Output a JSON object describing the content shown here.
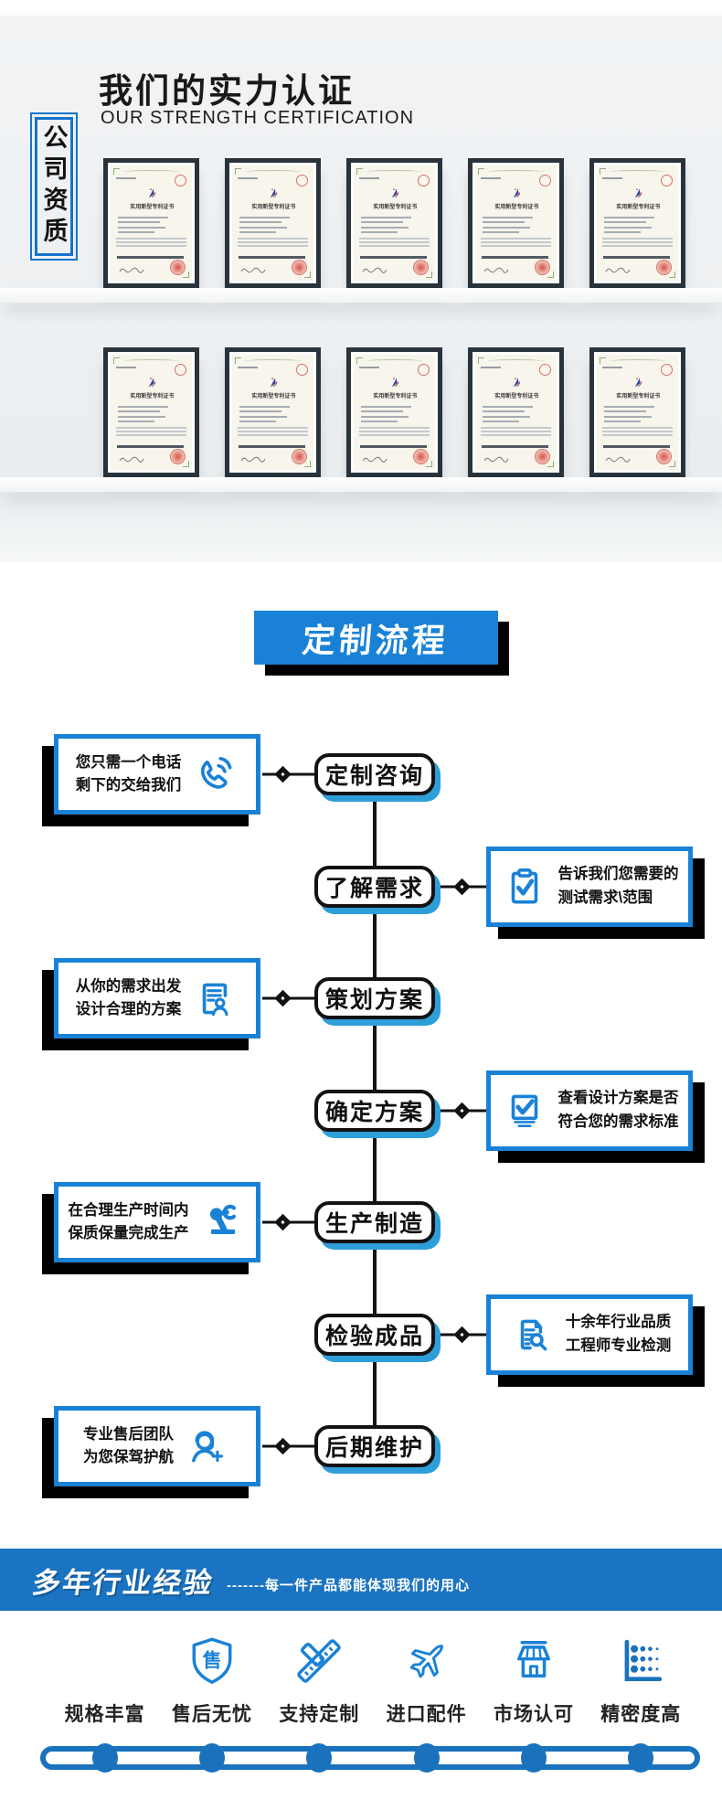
{
  "colors": {
    "accent_blue": "#1a82d6",
    "bar_blue": "#1b74c2",
    "timeline_blue": "#1a72bd",
    "node_shadow_blue": "#2e9ed9",
    "teal": "#28b6c6",
    "shadow_black": "#000000",
    "wall_gray": "#eef1f3",
    "frame_dark": "#29333b",
    "paper_cream": "#f7f5ec",
    "stamp_red": "#c43a32"
  },
  "certs_section": {
    "side_label": "公司资质",
    "title": "我们的实力认证",
    "subtitle": "OUR STRENGTH CERTIFICATION",
    "certificate_title": "实用新型专利证书",
    "shelf_rows": [
      5,
      5
    ]
  },
  "process_section": {
    "title": "定制流程",
    "steps": [
      {
        "node": "定制咨询",
        "side": "left",
        "icon": "phone-icon",
        "lines": [
          "您只需一个电话",
          "剩下的交给我们"
        ]
      },
      {
        "node": "了解需求",
        "side": "right",
        "icon": "clipboard-check-icon",
        "lines": [
          "告诉我们您需要的",
          "测试需求\\范围"
        ]
      },
      {
        "node": "策划方案",
        "side": "left",
        "icon": "document-person-icon",
        "lines": [
          "从你的需求出发",
          "设计合理的方案"
        ]
      },
      {
        "node": "确定方案",
        "side": "right",
        "icon": "checkbox-check-icon",
        "lines": [
          "查看设计方案是否",
          "符合您的需求标准"
        ]
      },
      {
        "node": "生产制造",
        "side": "left",
        "icon": "robot-arm-icon",
        "lines": [
          "在合理生产时间内",
          "保质保量完成生产"
        ]
      },
      {
        "node": "检验成品",
        "side": "right",
        "icon": "document-search-icon",
        "lines": [
          "十余年行业品质",
          "工程师专业检测"
        ]
      },
      {
        "node": "后期维护",
        "side": "left",
        "icon": "headset-person-icon",
        "lines": [
          "专业售后团队",
          "为您保驾护航"
        ]
      }
    ]
  },
  "experience_section": {
    "title": "多年行业经验",
    "tagline": "-------每一件产品都能体现我们的用心",
    "features": [
      {
        "label": "规格丰富",
        "icon": "layers-icon"
      },
      {
        "label": "售后无忧",
        "icon": "shield-icon",
        "glyph": "售"
      },
      {
        "label": "支持定制",
        "icon": "rulers-icon"
      },
      {
        "label": "进口配件",
        "icon": "airplane-icon"
      },
      {
        "label": "市场认可",
        "icon": "storefront-icon"
      },
      {
        "label": "精密度高",
        "icon": "precision-dots-icon"
      }
    ]
  }
}
